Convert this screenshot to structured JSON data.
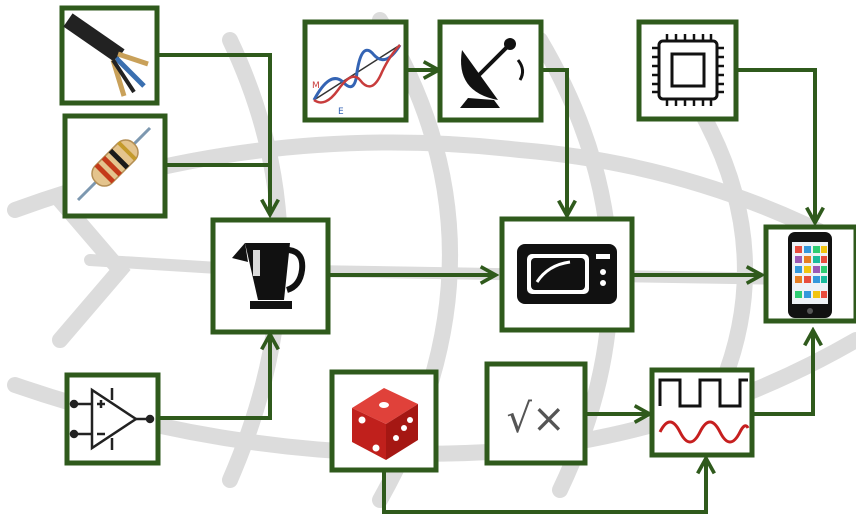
{
  "diagram": {
    "frame_color": "#2f5a1c",
    "arrow_color": "#2f5a1c",
    "background_motif": "fish-skeleton-gray",
    "nodes": [
      {
        "id": "cable",
        "icon": "multicore-cable-icon"
      },
      {
        "id": "resistor",
        "icon": "resistor-icon"
      },
      {
        "id": "opamp",
        "icon": "op-amp-symbol-icon"
      },
      {
        "id": "kettle",
        "icon": "electric-kettle-icon"
      },
      {
        "id": "em-wave",
        "icon": "electromagnetic-wave-icon",
        "labels": [
          "M",
          "E"
        ]
      },
      {
        "id": "satellite-dish",
        "icon": "satellite-dish-icon"
      },
      {
        "id": "microwave",
        "icon": "microwave-oven-icon"
      },
      {
        "id": "cpu",
        "icon": "microchip-icon"
      },
      {
        "id": "smartphone",
        "icon": "smartphone-icon"
      },
      {
        "id": "dice",
        "icon": "red-dice-icon"
      },
      {
        "id": "sqrt",
        "icon": "square-root-icon",
        "symbol": "√×"
      },
      {
        "id": "signals",
        "icon": "square-and-sine-wave-icon"
      }
    ],
    "edges": [
      {
        "from": "cable",
        "to": "kettle"
      },
      {
        "from": "resistor",
        "to": "kettle"
      },
      {
        "from": "opamp",
        "to": "kettle"
      },
      {
        "from": "kettle",
        "to": "microwave"
      },
      {
        "from": "em-wave",
        "to": "satellite-dish"
      },
      {
        "from": "satellite-dish",
        "to": "microwave"
      },
      {
        "from": "microwave",
        "to": "smartphone"
      },
      {
        "from": "cpu",
        "to": "smartphone"
      },
      {
        "from": "sqrt",
        "to": "signals"
      },
      {
        "from": "dice",
        "to": "signals"
      },
      {
        "from": "signals",
        "to": "smartphone"
      }
    ]
  }
}
